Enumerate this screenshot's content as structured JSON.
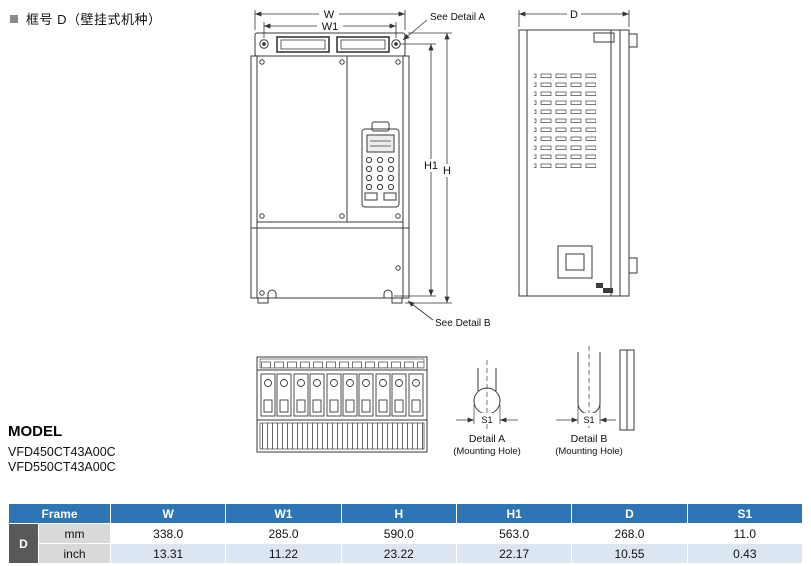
{
  "page": {
    "section_title": "框号 D（壁挂式机种）"
  },
  "model": {
    "label": "MODEL",
    "models": [
      "VFD450CT43A00C",
      "VFD550CT43A00C"
    ]
  },
  "drawing": {
    "dim_w": "W",
    "dim_w1": "W1",
    "dim_h": "H",
    "dim_h1": "H1",
    "dim_d": "D",
    "dim_s1": "S1",
    "see_detail_a": "See Detail A",
    "see_detail_b": "See Detail B",
    "detail_a_title": "Detail A",
    "detail_a_sub": "(Mounting Hole)",
    "detail_b_title": "Detail B",
    "detail_b_sub": "(Mounting Hole)"
  },
  "table": {
    "header": [
      "Frame",
      "W",
      "W1",
      "H",
      "H1",
      "D",
      "S1"
    ],
    "frame_label": "D",
    "rows": [
      {
        "unit": "mm",
        "values": [
          "338.0",
          "285.0",
          "590.0",
          "563.0",
          "268.0",
          "11.0"
        ]
      },
      {
        "unit": "inch",
        "values": [
          "13.31",
          "11.22",
          "23.22",
          "22.17",
          "10.55",
          "0.43"
        ]
      }
    ]
  },
  "colors": {
    "header_blue": "#2e75b6",
    "alt_row_blue": "#dce6f2",
    "frame_cell_gray": "#595959",
    "unit_cell_gray": "#d9d9d9",
    "line_color": "#3a3a3a"
  }
}
